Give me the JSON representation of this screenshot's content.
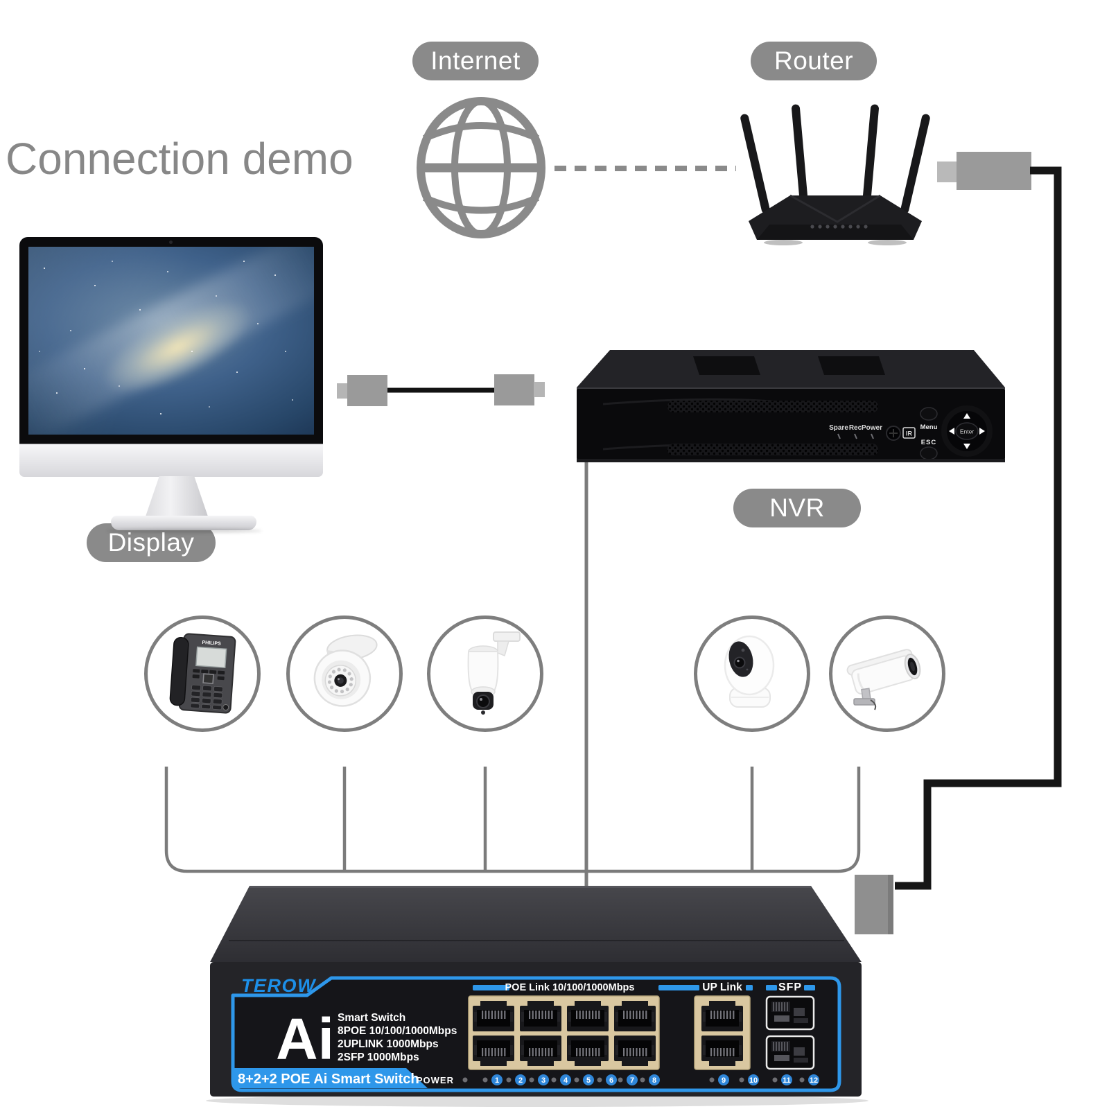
{
  "page": {
    "title": "Connection demo"
  },
  "labels": {
    "internet": "Internet",
    "router": "Router",
    "display": "Display",
    "nvr": "NVR"
  },
  "colors": {
    "label_pill_gray": "#8a8a8a",
    "diagram_line_gray": "#7b7b7b",
    "cable_black": "#161616",
    "connector_gray": "#9a9a9a",
    "switch_accent_blue": "#2e97ea",
    "brand_blue": "#1d8fe8",
    "port_panel_tan": "#d9c7a0",
    "port_number_blue": "#2f86d8"
  },
  "devices": {
    "phone_brand": "PHILIPS"
  },
  "nvr_panel": {
    "indicators": [
      "Spare",
      "Rec",
      "Power"
    ],
    "ir_badge": "IR",
    "menu_label": "Menu",
    "esc_label": "ESC",
    "enter_label": "Enter"
  },
  "switch": {
    "brand": "TEROW",
    "series_mark": "Ai",
    "specs": [
      "Smart Switch",
      "8POE 10/100/1000Mbps",
      "2UPLINK 1000Mbps",
      "2SFP 1000Mbps"
    ],
    "banner": "8+2+2 POE Ai Smart Switch",
    "power_label": "POWER",
    "headers": {
      "poe": "POE Link 10/100/1000Mbps",
      "uplink": "UP Link",
      "sfp": "SFP"
    },
    "port_numbers": [
      "1",
      "2",
      "3",
      "4",
      "5",
      "6",
      "7",
      "8",
      "9",
      "10",
      "11",
      "12"
    ]
  }
}
